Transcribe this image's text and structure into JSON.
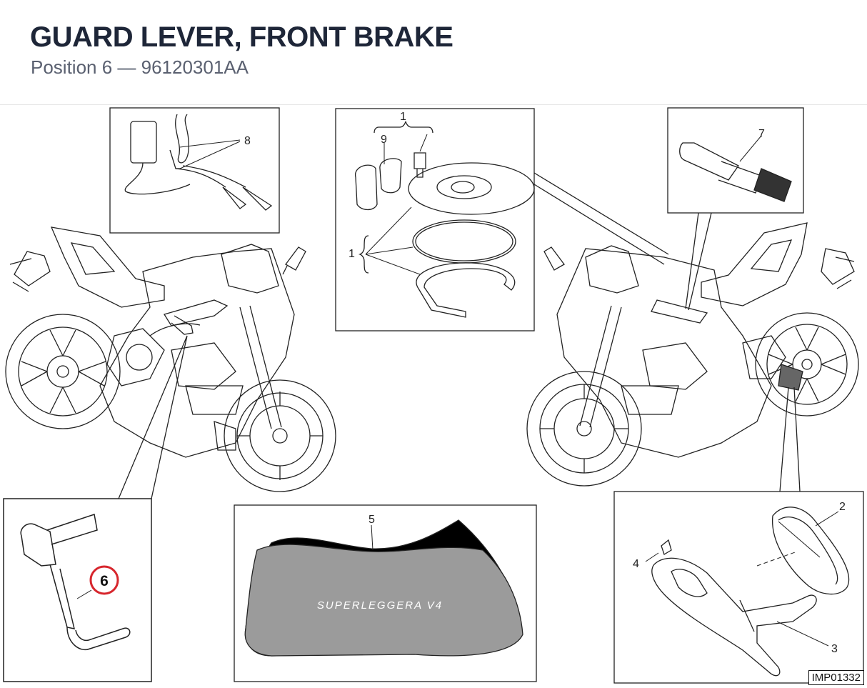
{
  "header": {
    "title": "GUARD LEVER, FRONT BRAKE",
    "subtitle": "Position 6 — 96120301AA"
  },
  "diagram": {
    "callouts": {
      "c1_top": "1",
      "c1_side": "1",
      "c2": "2",
      "c3": "3",
      "c4": "4",
      "c5": "5",
      "c6": "6",
      "c7": "7",
      "c8": "8",
      "c9": "9"
    },
    "cover_text": "SUPERLEGGERA V4",
    "highlight_color": "#d7262d",
    "reference_code": "IMP01332"
  }
}
